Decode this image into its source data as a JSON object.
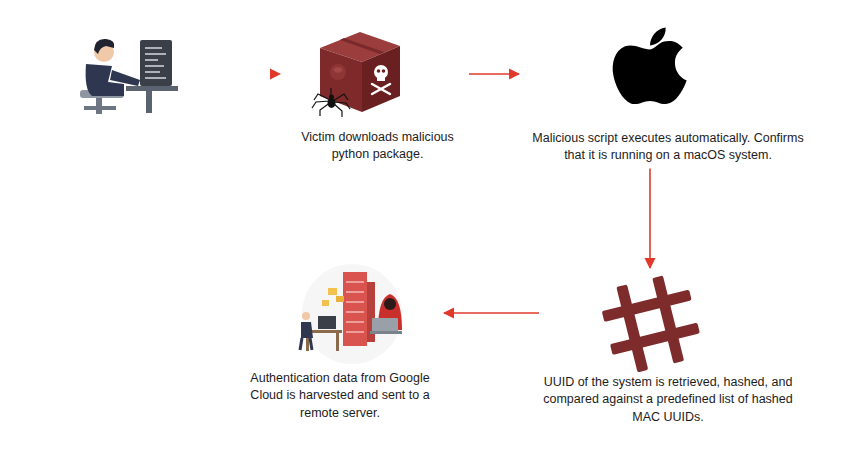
{
  "diagram": {
    "nodes": [
      {
        "text": [
          "Victim downloads malicious python package."
        ]
      },
      {
        "text": [
          "Malicious script executes automatically. Confirms that it is running on a macOS system."
        ]
      },
      {
        "text": [
          "Authentication data from Google Cloud is harvested and sent to a remote server."
        ]
      },
      {
        "text": [
          "UUID of the system is retrieved, hashed, and compared against a predefined list of hashed MAC UUIDs."
        ]
      }
    ],
    "edges": [
      {
        "from": 0,
        "to": 1,
        "arrow": "to"
      },
      {
        "from": 1,
        "to": 3,
        "arrow": "to"
      },
      {
        "from": 3,
        "to": 2,
        "arrow": "to"
      }
    ]
  }
}
